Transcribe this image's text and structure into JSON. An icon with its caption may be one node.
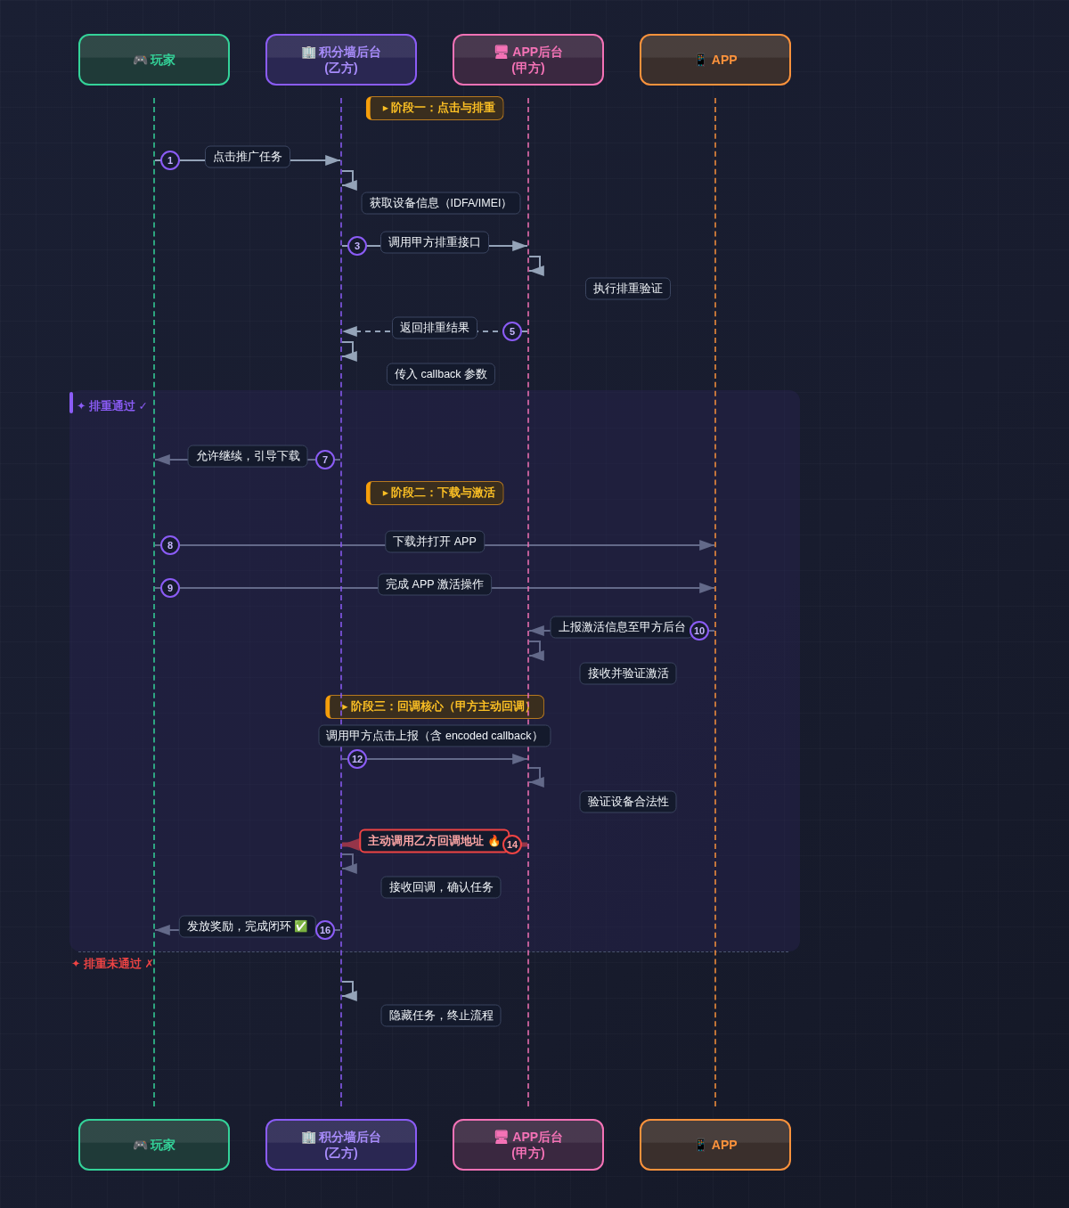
{
  "diagram": {
    "nodes": [
      {
        "text": [
          "🎮 玩家"
        ]
      },
      {
        "text": [
          "🏢 积分墙后台",
          "(乙方)"
        ]
      },
      {
        "text": [
          "🖥 APP后台",
          "(甲方)"
        ]
      },
      {
        "text": [
          "📱 APP"
        ]
      },
      {
        "text": [
          "🎮 玩家"
        ]
      },
      {
        "text": [
          "🏢 积分墙后台",
          "(乙方)"
        ]
      },
      {
        "text": [
          "🖥 APP后台",
          "(甲方)"
        ]
      },
      {
        "text": [
          "📱 APP"
        ]
      },
      {
        "text": [],
        "shape": "line"
      },
      {
        "text": [],
        "shape": "line"
      },
      {
        "text": [],
        "shape": "line"
      },
      {
        "text": [],
        "shape": "line"
      },
      {
        "text": [
          "▸ 阶段一：点击与排重"
        ]
      },
      {
        "text": [
          "✦ 排重通过 ✓"
        ]
      },
      {
        "text": [
          "▸ 阶段二：下载与激活"
        ],
        "in": 13
      },
      {
        "text": [
          "▸ 阶段三：回调核心（甲方主动回调）"
        ],
        "in": 13
      }
    ],
    "edges": [
      {
        "from": 8,
        "to": 9,
        "arrow": "to",
        "label": "点击推广任务"
      },
      {
        "from": 9,
        "to": 9,
        "arrow": "to",
        "label": "获取设备信息（IDFA/IMEI）"
      },
      {
        "from": 9,
        "to": 10,
        "arrow": "to",
        "label": "调用甲方排重接口"
      },
      {
        "from": 10,
        "to": 10,
        "arrow": "to",
        "label": "执行排重验证"
      },
      {
        "from": 10,
        "to": 9,
        "arrow": "to",
        "label": "返回排重结果",
        "style": "dashed"
      },
      {
        "from": 9,
        "to": 9,
        "arrow": "to",
        "label": "传入 callback 参数"
      },
      {
        "from": 9,
        "to": 8,
        "arrow": "to",
        "label": "允许继续，引导下载"
      },
      {
        "from": 8,
        "to": 11,
        "arrow": "to",
        "label": "下载并打开 APP"
      },
      {
        "from": 8,
        "to": 11,
        "arrow": "to",
        "label": "完成 APP 激活操作"
      },
      {
        "from": 11,
        "to": 10,
        "arrow": "to",
        "label": "上报激活信息至甲方后台"
      },
      {
        "from": 10,
        "to": 10,
        "arrow": "to",
        "label": "接收并验证激活"
      },
      {
        "from": 9,
        "to": 10,
        "arrow": "to",
        "label": "调用甲方点击上报（含 encoded callback）"
      },
      {
        "from": 10,
        "to": 10,
        "arrow": "to",
        "label": "验证设备合法性"
      },
      {
        "from": 10,
        "to": 9,
        "arrow": "to",
        "label": "主动调用乙方回调地址 🔥",
        "style": "thick",
        "color": "#ef4444"
      },
      {
        "from": 9,
        "to": 9,
        "arrow": "to",
        "label": "接收回调，确认任务"
      },
      {
        "from": 9,
        "to": 8,
        "arrow": "to",
        "label": "发放奖励，完成闭环 ✅"
      },
      {
        "from": 9,
        "to": 9,
        "arrow": "to",
        "label": "隐藏任务，终止流程"
      }
    ],
    "labels": [
      "1",
      "3",
      "5",
      "7",
      "8",
      "9",
      "10",
      "12",
      "14",
      "16",
      "✦ 排重未通过 ✗"
    ]
  }
}
